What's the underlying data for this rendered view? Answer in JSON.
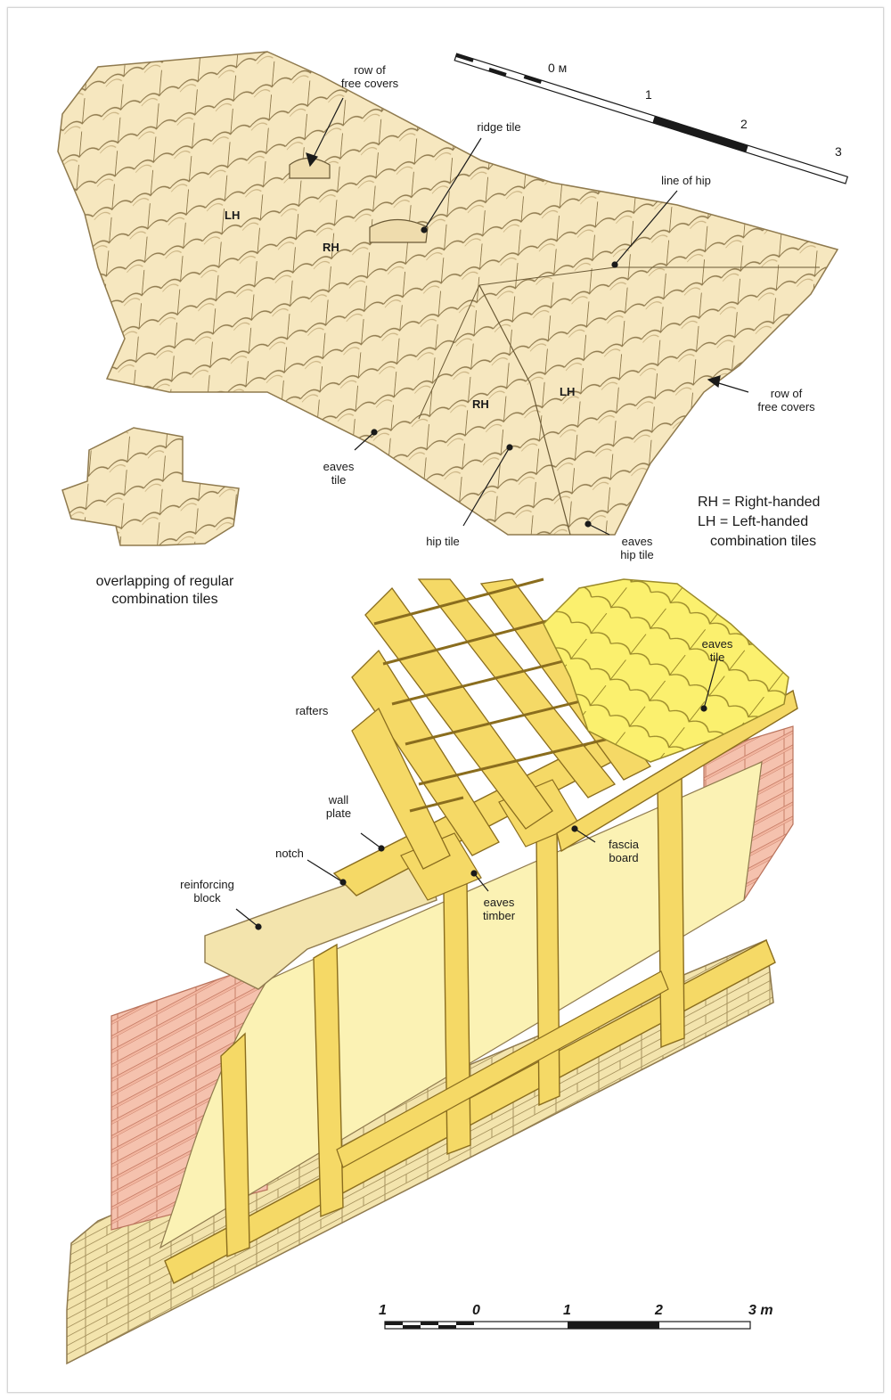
{
  "labels": {
    "row_free_covers_top": "row of\nfree covers",
    "ridge_tile": "ridge tile",
    "line_of_hip": "line of hip",
    "row_free_covers_right": "row of\nfree covers",
    "eaves_tile_top": "eaves\ntile",
    "hip_tile": "hip tile",
    "eaves_hip_tile": "eaves\nhip tile",
    "overlap_caption": "overlapping of regular\ncombination tiles",
    "rafters": "rafters",
    "eaves_tile_bottom": "eaves\ntile",
    "wall_plate": "wall\nplate",
    "notch": "notch",
    "reinforcing_block": "reinforcing\nblock",
    "eaves_timber": "eaves\ntimber",
    "fascia_board": "fascia\nboard"
  },
  "tags": {
    "lh": "LH",
    "rh": "RH"
  },
  "legend": {
    "rh": "RH = Right-handed",
    "lh": "LH = Left-handed",
    "lh2": "combination tiles"
  },
  "scale_top": {
    "zero": "0 м",
    "one": "1",
    "two": "2",
    "three": "3"
  },
  "scale_bottom": {
    "a": "1",
    "b": "0",
    "c": "1",
    "d": "2",
    "e": "3 m"
  },
  "colors": {
    "tile": "#f6e7bf",
    "tile_edge": "#8f7a4e",
    "timber": "#f5d966",
    "timber_edge": "#8a6d1e",
    "infill": "#fbf2b4",
    "brick": "#f2b6a0",
    "base": "#f3e4ad"
  }
}
